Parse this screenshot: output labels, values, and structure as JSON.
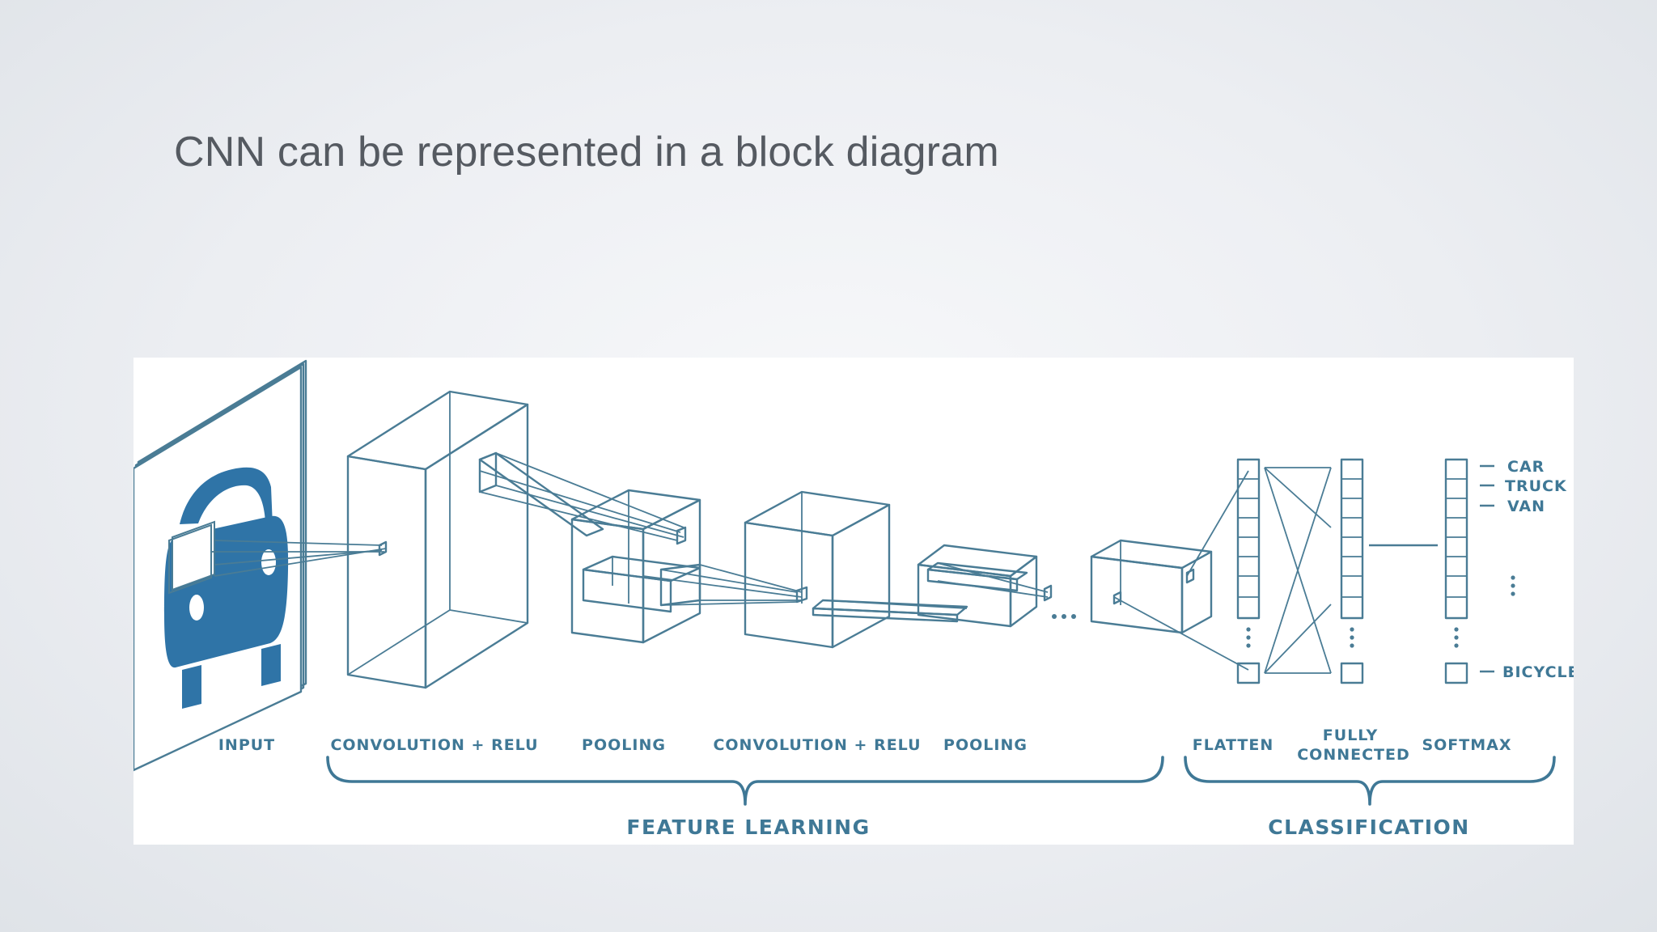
{
  "slide": {
    "title": "CNN can be represented in a block diagram"
  },
  "diagram": {
    "stages": {
      "input": "INPUT",
      "conv1": "CONVOLUTION + RELU",
      "pool1": "POOLING",
      "conv2": "CONVOLUTION + RELU",
      "pool2": "POOLING",
      "flatten": "FLATTEN",
      "fully_connected_line1": "FULLY",
      "fully_connected_line2": "CONNECTED",
      "softmax": "SOFTMAX"
    },
    "groups": {
      "feature_learning": "FEATURE LEARNING",
      "classification": "CLASSIFICATION"
    },
    "classes": [
      "CAR",
      "TRUCK",
      "VAN",
      "BICYCLE"
    ],
    "ellipsis": "..."
  },
  "colors": {
    "line": "#4a7c95",
    "accent": "#2f74a7",
    "label": "#3f7896",
    "title": "#555a61"
  }
}
